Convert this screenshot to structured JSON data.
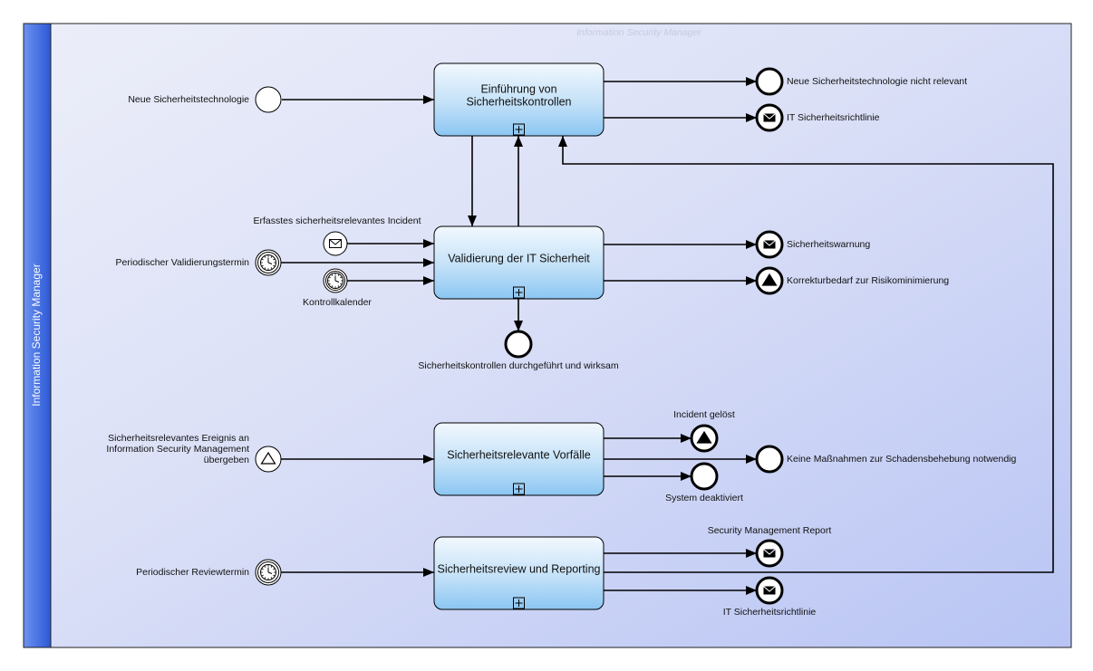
{
  "pool": {
    "name": "Information Security Manager",
    "watermark": "Information Security Manager"
  },
  "tasks": [
    {
      "id": "t1",
      "lines": [
        "Einführung von",
        "Sicherheitskontrollen"
      ]
    },
    {
      "id": "t2",
      "lines": [
        "Validierung der IT Sicherheit"
      ]
    },
    {
      "id": "t3",
      "lines": [
        "Sicherheitsrelevante Vorfälle"
      ]
    },
    {
      "id": "t4",
      "lines": [
        "Sicherheitsreview und Reporting"
      ]
    }
  ],
  "start_events": [
    {
      "id": "s1",
      "type": "none",
      "label": [
        "Neue Sicherheitstechnologie"
      ]
    },
    {
      "id": "s2",
      "type": "message",
      "label": [
        "Erfasstes sicherheitsrelevantes Incident"
      ]
    },
    {
      "id": "s3",
      "type": "timer",
      "label": [
        "Periodischer Validierungstermin"
      ]
    },
    {
      "id": "s4",
      "type": "timer",
      "label": [
        "Kontrollkalender"
      ]
    },
    {
      "id": "s5",
      "type": "signal",
      "label": [
        "Sicherheitsrelevantes Ereignis an",
        "Information Security Management",
        "übergeben"
      ]
    },
    {
      "id": "s6",
      "type": "timer",
      "label": [
        "Periodischer Reviewtermin"
      ]
    }
  ],
  "end_events": [
    {
      "id": "e1",
      "type": "none",
      "label": [
        "Neue Sicherheitstechnologie nicht relevant"
      ]
    },
    {
      "id": "e2",
      "type": "message",
      "label": [
        "IT Sicherheitsrichtlinie"
      ]
    },
    {
      "id": "e3",
      "type": "message",
      "label": [
        "Sicherheitswarnung"
      ]
    },
    {
      "id": "e4",
      "type": "signal",
      "label": [
        "Korrekturbedarf zur Risikominimierung"
      ]
    },
    {
      "id": "e5",
      "type": "none",
      "label": [
        "Sicherheitskontrollen durchgeführt und wirksam"
      ]
    },
    {
      "id": "e6",
      "type": "signal",
      "label": [
        "Incident gelöst"
      ]
    },
    {
      "id": "e7",
      "type": "none",
      "label": [
        "Keine Maßnahmen zur Schadensbehebung notwendig"
      ]
    },
    {
      "id": "e8",
      "type": "none",
      "label": [
        "System deaktiviert"
      ]
    },
    {
      "id": "e9",
      "type": "message",
      "label": [
        "Security Management Report"
      ]
    },
    {
      "id": "e10",
      "type": "message",
      "label": [
        "IT Sicherheitsrichtlinie"
      ]
    }
  ],
  "flows": [
    {
      "from": "s1",
      "to": "t1"
    },
    {
      "from": "t1",
      "to": "e1"
    },
    {
      "from": "t1",
      "to": "e2"
    },
    {
      "from": "t1",
      "to": "t2"
    },
    {
      "from": "t2",
      "to": "t1"
    },
    {
      "from": "s2",
      "to": "t2"
    },
    {
      "from": "s3",
      "to": "t2"
    },
    {
      "from": "s4",
      "to": "t2"
    },
    {
      "from": "t2",
      "to": "e3"
    },
    {
      "from": "t2",
      "to": "e4"
    },
    {
      "from": "t2",
      "to": "e5"
    },
    {
      "from": "s5",
      "to": "t3"
    },
    {
      "from": "t3",
      "to": "e6"
    },
    {
      "from": "t3",
      "to": "e7"
    },
    {
      "from": "t3",
      "to": "e8"
    },
    {
      "from": "s6",
      "to": "t4"
    },
    {
      "from": "t4",
      "to": "e9"
    },
    {
      "from": "t4",
      "to": "e10"
    },
    {
      "from": "t4",
      "to": "t1"
    }
  ],
  "colors": {
    "pool_bg_start": "#e8ebf8",
    "pool_bg_end": "#b9c5f4",
    "header_start": "#5b86ee",
    "header_end": "#2a57d6",
    "task_fill_start": "#eef6fd",
    "task_fill_end": "#8ec8f3",
    "stroke": "#000000",
    "watermark": "#c4cbe2"
  }
}
